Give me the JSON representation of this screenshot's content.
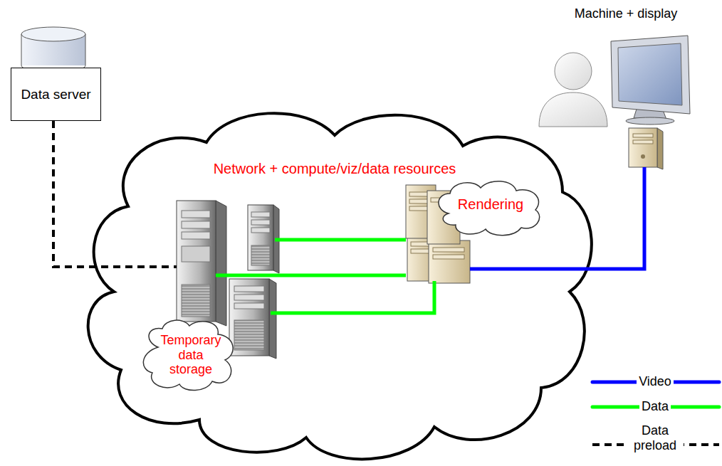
{
  "diagram": {
    "nodes": [
      {
        "text": [
          "Data server"
        ]
      },
      {
        "text": [
          "Machine + display"
        ]
      },
      {
        "text": [
          "Network + compute/viz/data resources"
        ]
      },
      {
        "text": [
          "Rendering"
        ],
        "in": 2
      },
      {
        "text": [
          "Temporary data storage"
        ],
        "in": 2
      }
    ],
    "edges": [
      {
        "from": 0,
        "to": 4,
        "arrow": "none"
      },
      {
        "from": 4,
        "to": 3,
        "arrow": "none"
      },
      {
        "from": 4,
        "to": 3,
        "arrow": "none"
      },
      {
        "from": 4,
        "to": 3,
        "arrow": "none"
      },
      {
        "from": 3,
        "to": 1,
        "arrow": "none"
      }
    ],
    "legend": [
      {
        "text": "Video",
        "color": "#0000ff"
      },
      {
        "text": "Data",
        "color": "#00ff00"
      },
      {
        "text": "Data preload"
      }
    ]
  }
}
